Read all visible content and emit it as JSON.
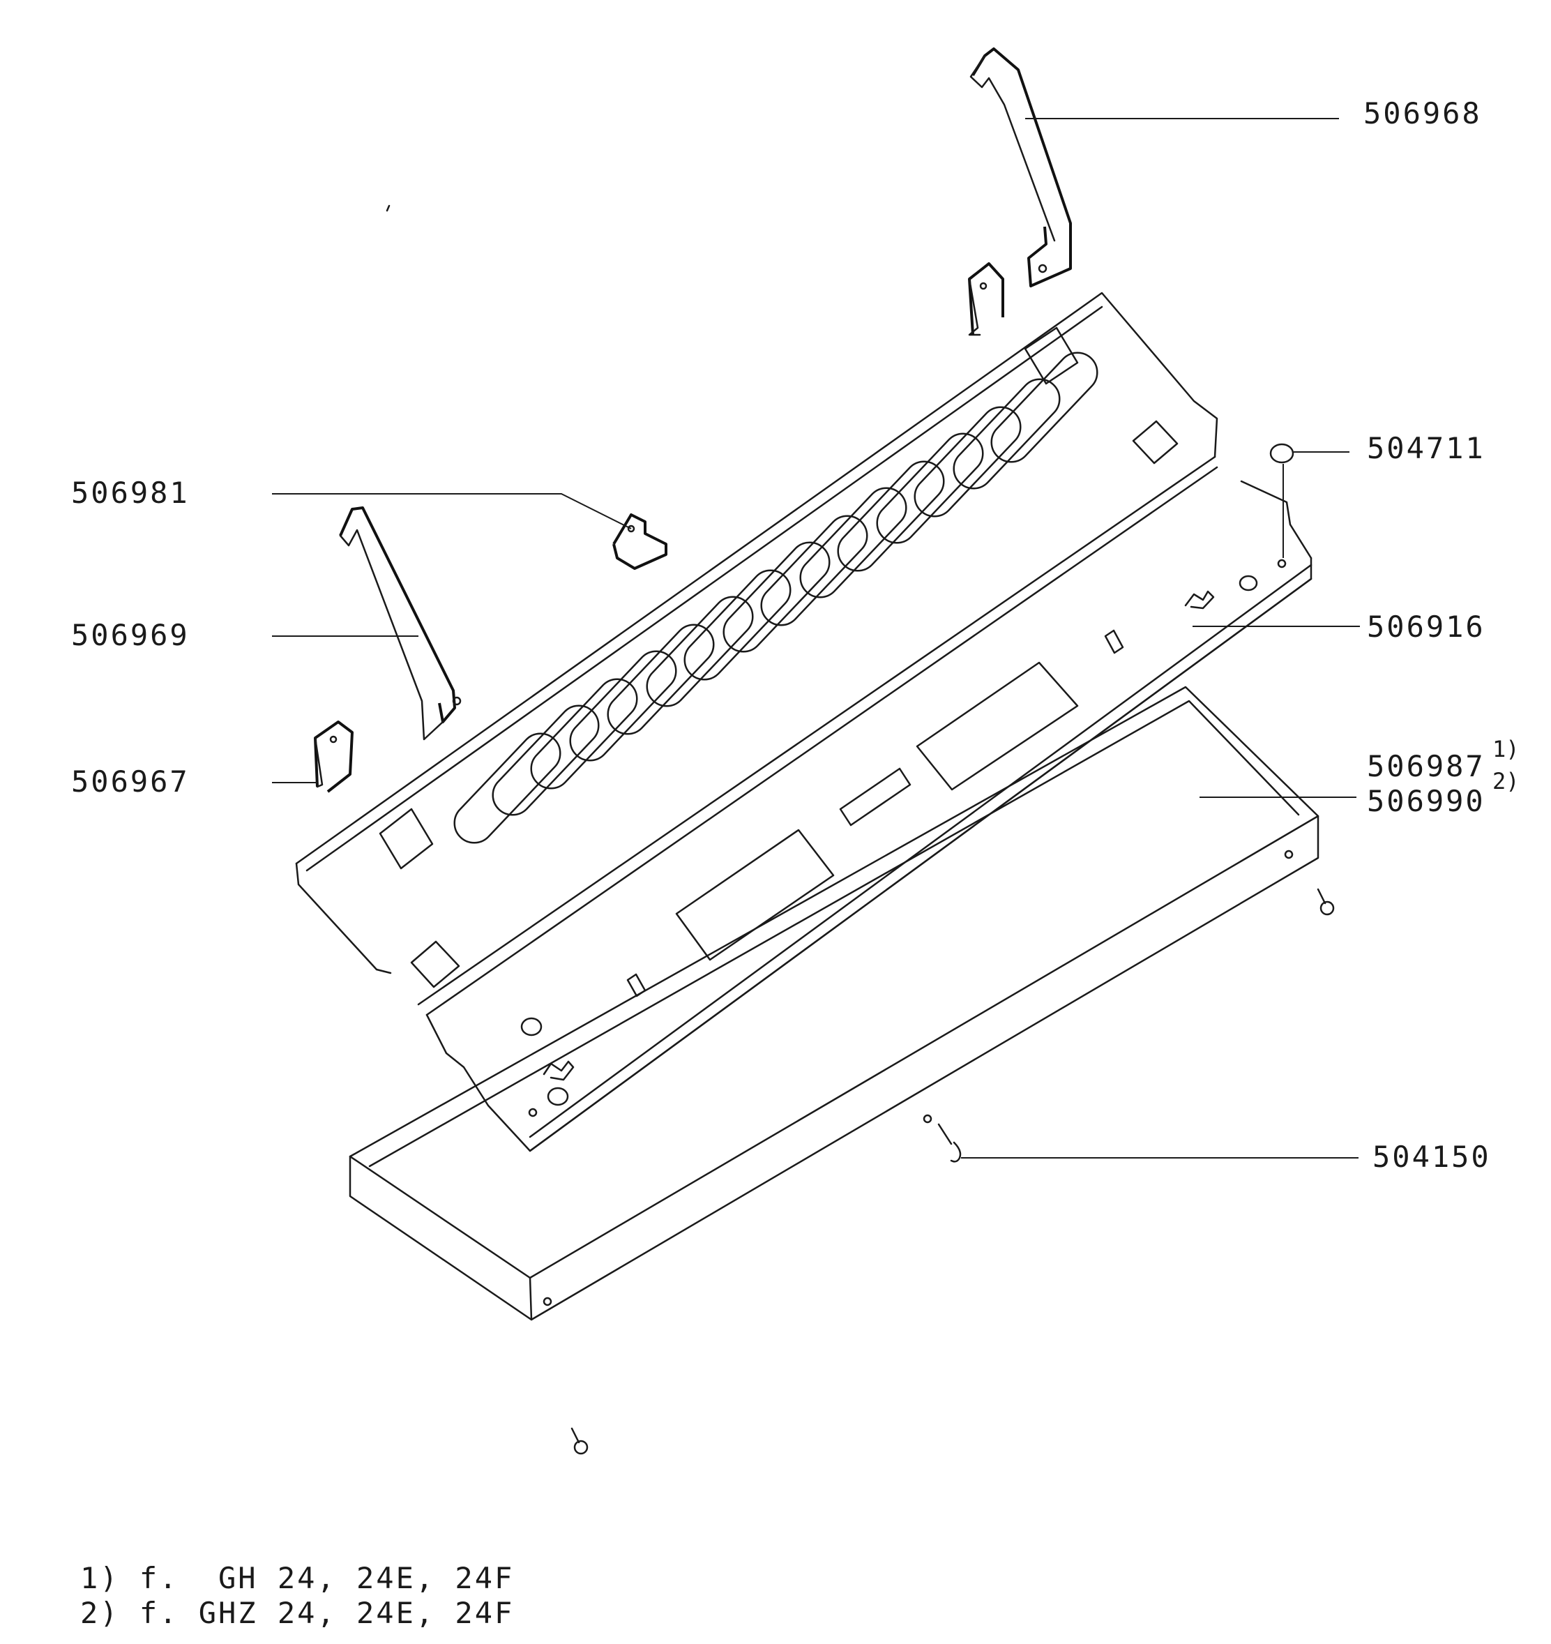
{
  "parts": {
    "p506968": "506968",
    "p504711": "504711",
    "p506981": "506981",
    "p506969": "506969",
    "p506916": "506916",
    "p506967": "506967",
    "p506987": "506987",
    "p506987_sup": "1)",
    "p506990": "506990",
    "p506990_sup": "2)",
    "p504150": "504150"
  },
  "notes": {
    "n1": "1) f.  GH 24, 24E, 24F",
    "n2": "2) f. GHZ 24, 24E, 24F"
  }
}
